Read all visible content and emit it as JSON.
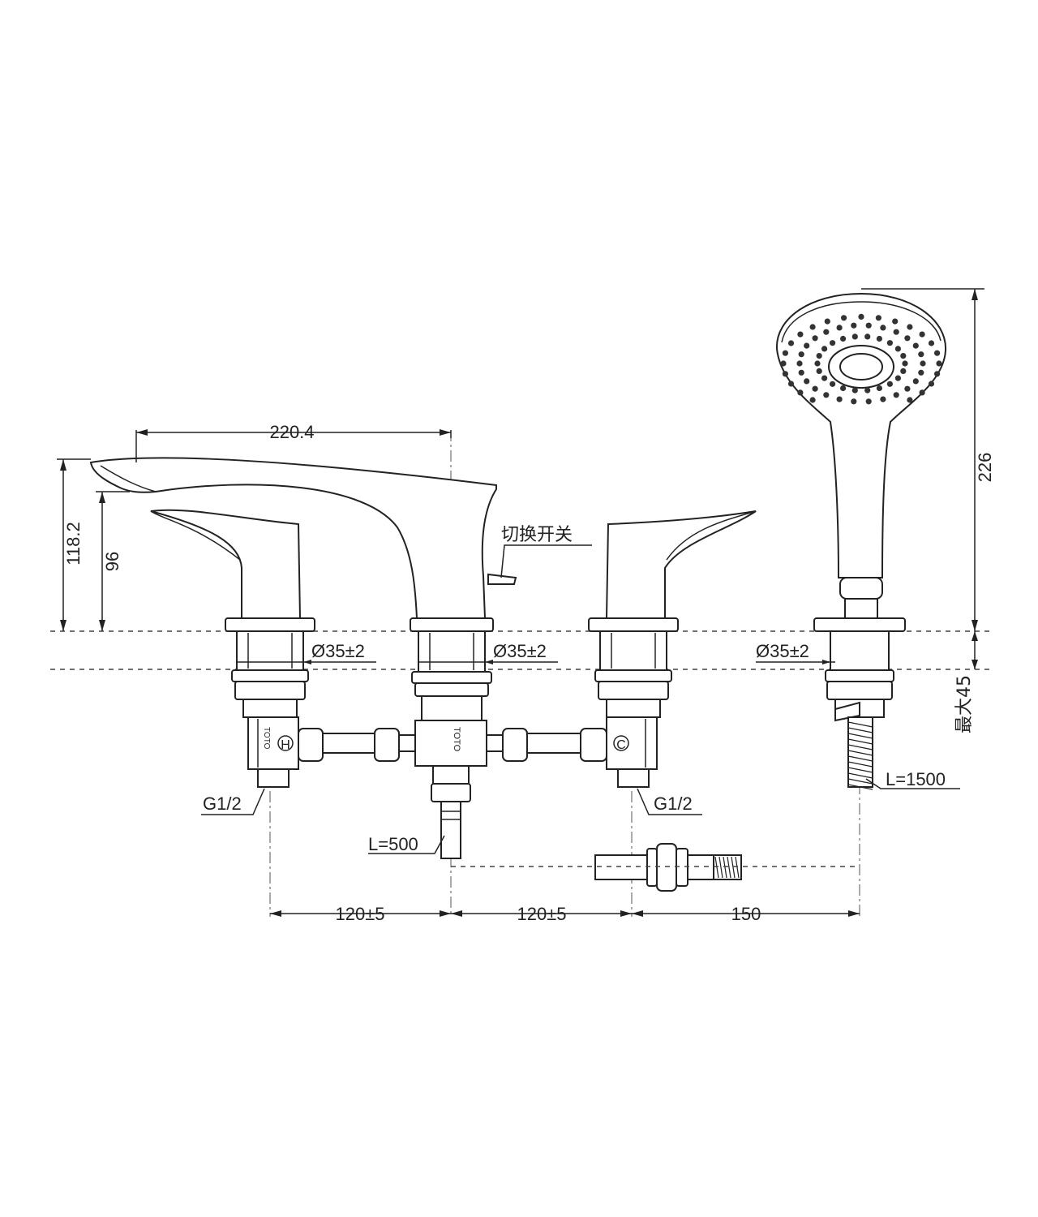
{
  "drawing": {
    "dimensions": {
      "spout_length": "220.4",
      "spout_height": "118.2",
      "outlet_height": "96",
      "shower_height": "226",
      "deck_thickness": "最大45",
      "hole_diameter": "Ø35±2",
      "inlet_thread_left": "G1/2",
      "inlet_thread_right": "G1/2",
      "hose_short": "L=500",
      "hose_shower": "L=1500",
      "spacing_left": "120±5",
      "spacing_right": "120±5",
      "spacing_shower": "150"
    },
    "labels": {
      "diverter": "切换开关",
      "hot_mark": "H",
      "cold_mark": "C",
      "brand_mark": "TOTO"
    },
    "colors": {
      "line": "#222222",
      "background": "#ffffff"
    }
  }
}
